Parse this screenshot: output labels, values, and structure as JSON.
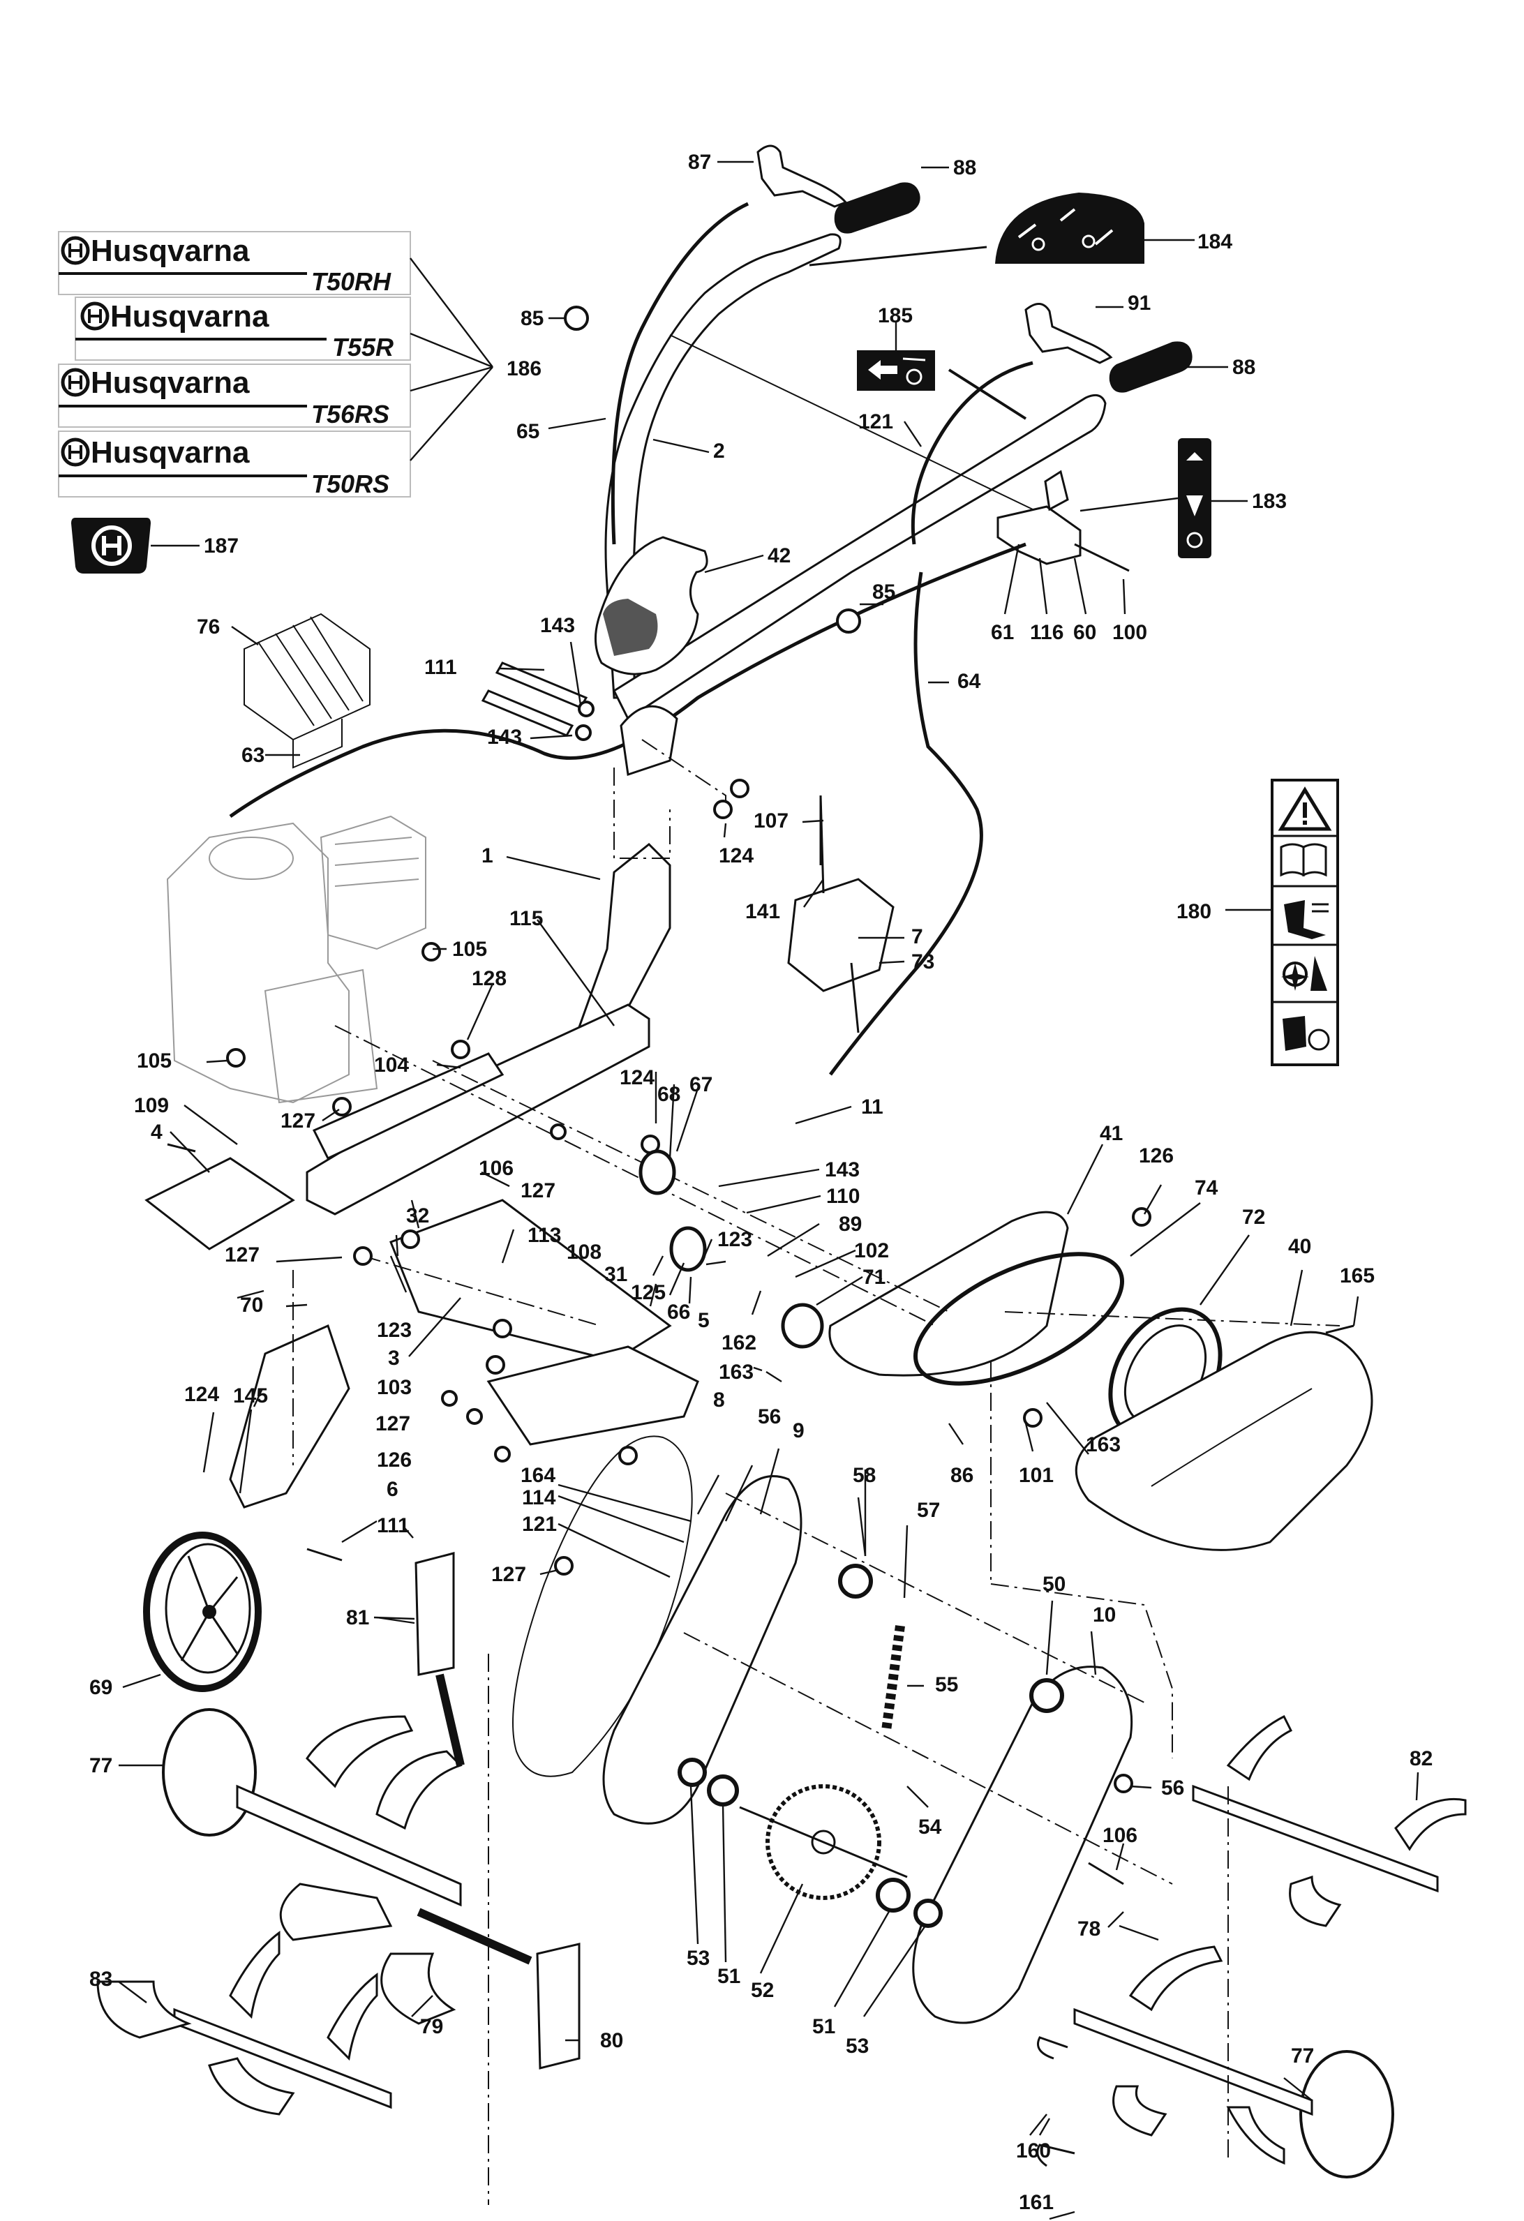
{
  "brand_labels": [
    {
      "brand": "Husqvarna",
      "model": "T50RH"
    },
    {
      "brand": "Husqvarna",
      "model": "T55R"
    },
    {
      "brand": "Husqvarna",
      "model": "T56RS"
    },
    {
      "brand": "Husqvarna",
      "model": "T50RS"
    }
  ],
  "callouts": {
    "p1": "1",
    "p2": "2",
    "p3": "3",
    "p4": "4",
    "p5": "5",
    "p6": "6",
    "p7": "7",
    "p8": "8",
    "p9": "9",
    "p10": "10",
    "p11": "11",
    "p31": "31",
    "p32": "32",
    "p40": "40",
    "p41": "41",
    "p42": "42",
    "p50": "50",
    "p51a": "51",
    "p51b": "51",
    "p52": "52",
    "p53a": "53",
    "p53b": "53",
    "p54": "54",
    "p55": "55",
    "p56a": "56",
    "p56b": "56",
    "p57": "57",
    "p58": "58",
    "p60": "60",
    "p61": "61",
    "p63": "63",
    "p64": "64",
    "p65": "65",
    "p66": "66",
    "p67": "67",
    "p68": "68",
    "p69": "69",
    "p70": "70",
    "p71": "71",
    "p72": "72",
    "p73": "73",
    "p74": "74",
    "p76": "76",
    "p77a": "77",
    "p77b": "77",
    "p78": "78",
    "p79": "79",
    "p80": "80",
    "p81": "81",
    "p82": "82",
    "p83": "83",
    "p85a": "85",
    "p85b": "85",
    "p86": "86",
    "p87": "87",
    "p88a": "88",
    "p88b": "88",
    "p89": "89",
    "p91": "91",
    "p100": "100",
    "p101": "101",
    "p102": "102",
    "p103": "103",
    "p104": "104",
    "p105a": "105",
    "p105b": "105",
    "p106a": "106",
    "p106b": "106",
    "p107": "107",
    "p108": "108",
    "p109": "109",
    "p110": "110",
    "p111a": "111",
    "p111b": "111",
    "p113": "113",
    "p114": "114",
    "p115": "115",
    "p116": "116",
    "p121a": "121",
    "p121b": "121",
    "p123a": "123",
    "p123b": "123",
    "p124a": "124",
    "p124b": "124",
    "p124c": "124",
    "p125": "125",
    "p126a": "126",
    "p126b": "126",
    "p127a": "127",
    "p127b": "127",
    "p127c": "127",
    "p127d": "127",
    "p127e": "127",
    "p128": "128",
    "p141": "141",
    "p143a": "143",
    "p143b": "143",
    "p143c": "143",
    "p145": "145",
    "p160": "160",
    "p161": "161",
    "p162": "162",
    "p163a": "163",
    "p163b": "163",
    "p164": "164",
    "p165": "165",
    "p180": "180",
    "p183": "183",
    "p184": "184",
    "p185": "185",
    "p186": "186",
    "p187": "187"
  },
  "icons": [
    "husqvarna-logo-icon",
    "warning-triangle-icon",
    "manual-book-icon",
    "tine-hazard-icon",
    "reverse-arrow-icon"
  ]
}
